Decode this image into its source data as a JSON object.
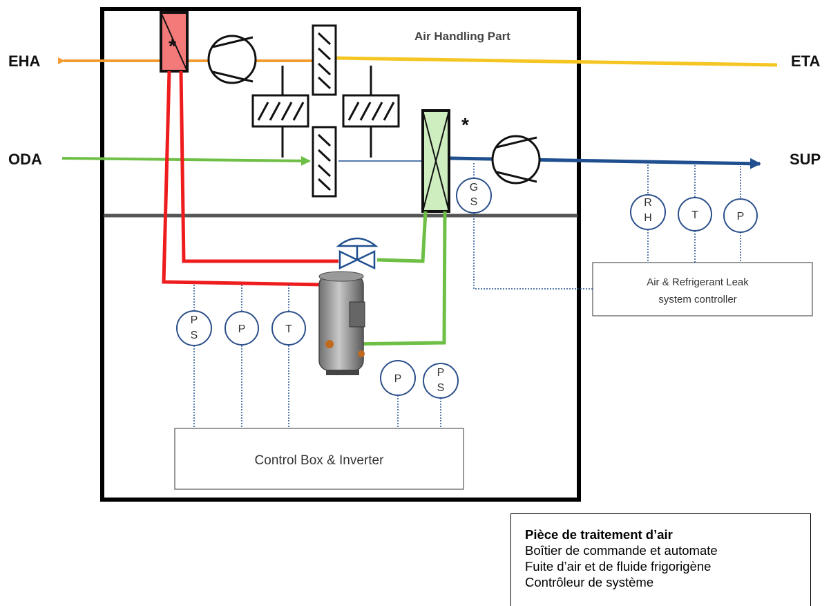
{
  "flows": {
    "eha": "EHA",
    "eta": "ETA",
    "oda": "ODA",
    "sup": "SUP"
  },
  "section_title": "Air Handling Part",
  "star": "*",
  "control_box": "Control Box & Inverter",
  "leak_controller": {
    "line1": "Air & Refrigerant Leak",
    "line2": "system controller"
  },
  "sensors": {
    "gs": [
      "G",
      "S"
    ],
    "rh": [
      "R",
      "H"
    ],
    "t_sup": "T",
    "p_sup": "P",
    "ps_left": [
      "P",
      "S"
    ],
    "p_left": "P",
    "t_left": "T",
    "p_right": "P",
    "ps_right": [
      "P",
      "S"
    ]
  },
  "legend": {
    "title": "Pièce de traitement d’air",
    "lines": [
      "Boîtier de commande et automate",
      "Fuite d’air et de fluide frigorigène",
      "Contrôleur de système"
    ]
  },
  "colors": {
    "exhaust": "#f29b2f",
    "extract": "#f5c623",
    "outdoor": "#6ebf45",
    "supply": "#1f4f8f",
    "refrigerant_hot": "#ee1c1c",
    "refrigerant_liquid": "#6ebf45",
    "sensor_ring": "#2b4f8a"
  }
}
